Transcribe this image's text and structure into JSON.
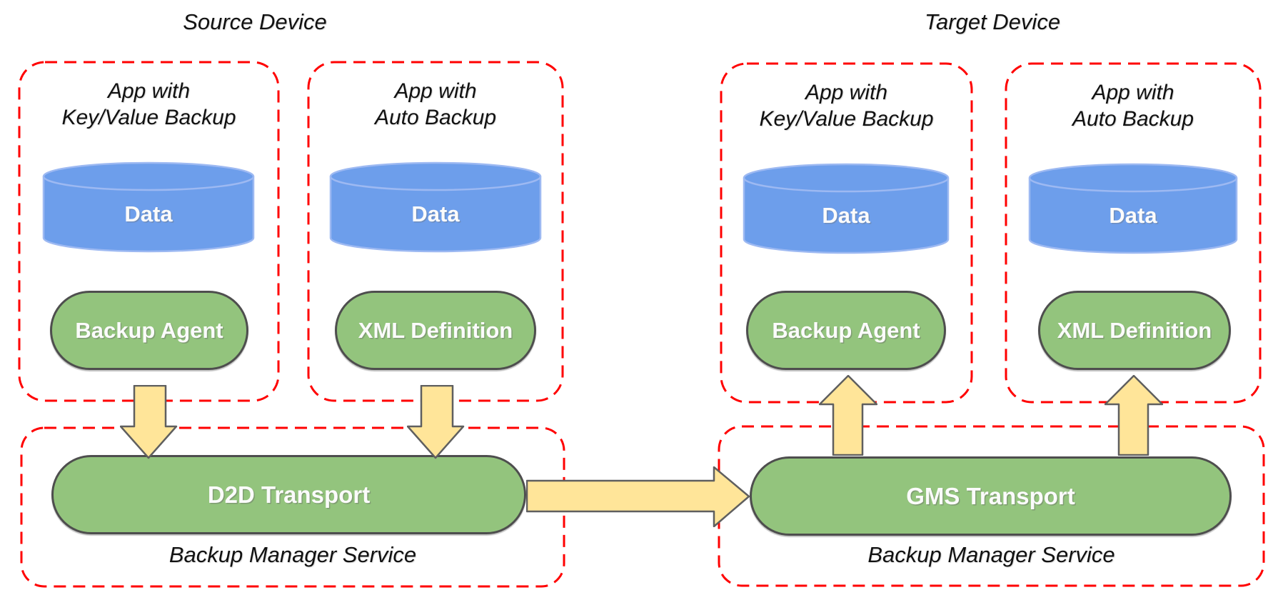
{
  "diagram": {
    "source": {
      "title": "Source Device",
      "apps": [
        {
          "name_line1": "App with",
          "name_line2": "Key/Value Backup",
          "data": "Data",
          "component": "Backup Agent"
        },
        {
          "name_line1": "App with",
          "name_line2": "Auto Backup",
          "data": "Data",
          "component": "XML Definition"
        }
      ],
      "service": {
        "transport": "D2D Transport",
        "label": "Backup Manager Service"
      }
    },
    "target": {
      "title": "Target Device",
      "apps": [
        {
          "name_line1": "App with",
          "name_line2": "Key/Value Backup",
          "data": "Data",
          "component": "Backup Agent"
        },
        {
          "name_line1": "App with",
          "name_line2": "Auto Backup",
          "data": "Data",
          "component": "XML Definition"
        }
      ],
      "service": {
        "transport": "GMS Transport",
        "label": "Backup Manager Service"
      }
    },
    "colors": {
      "container_dash": "#ff0000",
      "cylinder_fill": "#6d9eeb",
      "cylinder_stroke": "#9db9f2",
      "pill_fill": "#93c47d",
      "pill_stroke": "#4e4e4e",
      "arrow_fill": "#ffe599",
      "arrow_stroke": "#5f5f5f",
      "label_text": "#111111",
      "shape_text": "#ffffff"
    }
  }
}
